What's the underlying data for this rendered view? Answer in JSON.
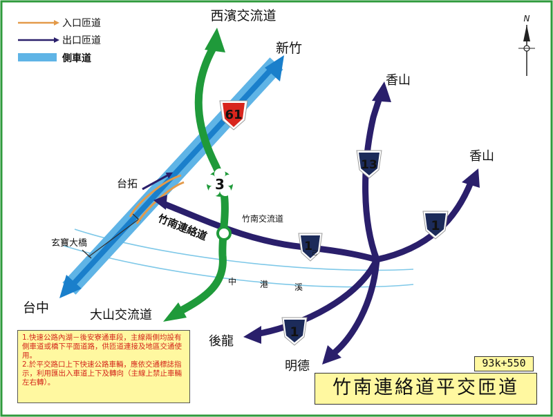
{
  "legend": {
    "entrance_ramp": "入口匝道",
    "exit_ramp": "出口匝道",
    "side_road": "側車道"
  },
  "destinations": {
    "xibin": "西濱交流道",
    "hsinchu": "新竹",
    "xiangshan_1": "香山",
    "xiangshan_2": "香山",
    "taichung": "台中",
    "dashan": "大山交流道",
    "houlong": "後龍",
    "mingde": "明德"
  },
  "labels": {
    "taituo": "台拓",
    "xuanbao_bridge": "玄寶大橋",
    "zhunan_connector": "竹南連絡道",
    "zhunan_interchange": "竹南交流道",
    "creek_1": "中",
    "creek_2": "港",
    "creek_3": "溪"
  },
  "shields": {
    "route_61": "61",
    "route_3": "3",
    "route_13": "13",
    "route_1_east": "1",
    "route_1_west": "1",
    "route_1b_main": "1",
    "route_1b_sub": "己"
  },
  "compass": {
    "north": "N"
  },
  "notes": {
    "note_1": "1.快速公路內湖－後安寮通車段，主線兩側均設有側車道或橋下平面道路，供匝道連接及地區交通使用。",
    "note_2": "2.於平交路口上下快速公路車輛，應依交通標誌指示，利用匯出入車道上下及轉向（主線上禁止車輛左右轉）。"
  },
  "km_marker": "93k+550",
  "map_title": "竹南連絡道平交匝道",
  "colors": {
    "frame": "#2e9a3b",
    "freeway_green": "#1f9a3a",
    "road_navy": "#2a1f6b",
    "side_road_blue": "#5fb4e6",
    "entrance_orange": "#e39a4a",
    "river": "#7ec8e8",
    "shield_red": "#d8251d",
    "shield_navy": "#1c2b5a",
    "note_text": "#d4261b",
    "box_fill": "#fff8a0"
  }
}
